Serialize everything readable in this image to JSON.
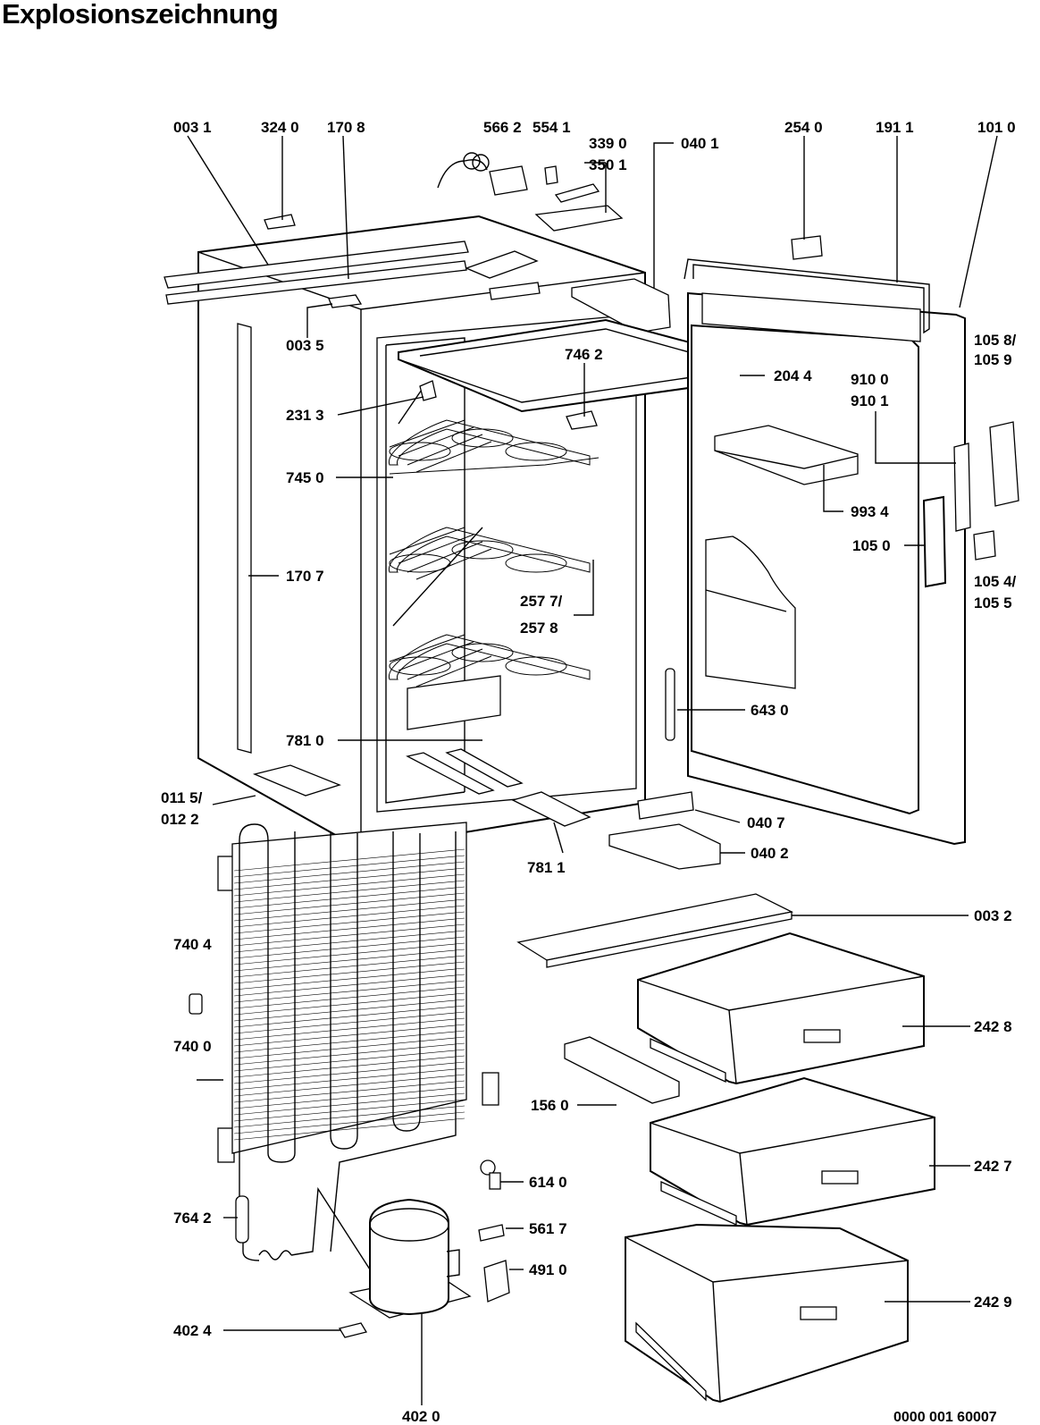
{
  "title": "Explosionszeichnung",
  "drawing_number": "0000 001 60007",
  "labels": {
    "l0031": "003 1",
    "l3240": "324 0",
    "l1708": "170 8",
    "l5662": "566 2",
    "l5541": "554 1",
    "l3390": "339 0",
    "l3501": "350 1",
    "l0401": "040 1",
    "l2540": "254 0",
    "l1911": "191 1",
    "l1010": "101 0",
    "l0035": "003 5",
    "l7462": "746 2",
    "l2044": "204 4",
    "l9100": "910 0",
    "l9101": "910 1",
    "l1058": "105 8/",
    "l1059": "105 9",
    "l2313": "231 3",
    "l7450": "745 0",
    "l9934": "993 4",
    "l1050": "105 0",
    "l1707": "170 7",
    "l1054": "105 4/",
    "l1055": "105 5",
    "l2577": "257 7/",
    "l2578": "257 8",
    "l6430": "643 0",
    "l7810": "781 0",
    "l0115": "011 5/",
    "l0122": "012 2",
    "l0407": "040 7",
    "l0402": "040 2",
    "l7811": "781 1",
    "l0032": "003 2",
    "l7404": "740 4",
    "l2428": "242 8",
    "l7400": "740 0",
    "l1560": "156 0",
    "l2427": "242 7",
    "l6140": "614 0",
    "l7642": "764 2",
    "l5617": "561 7",
    "l4910": "491 0",
    "l2429": "242 9",
    "l4024": "402 4",
    "l4020": "402 0"
  }
}
